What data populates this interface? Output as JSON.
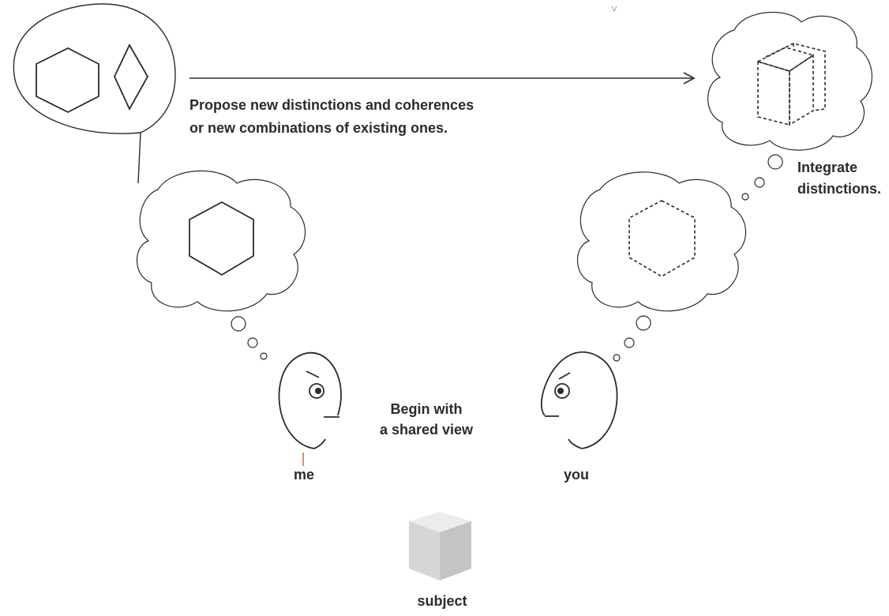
{
  "labels": {
    "propose_line1": "Propose new distinctions and coherences",
    "propose_line2": "or new combinations of existing ones.",
    "integrate_line1": "Integrate",
    "integrate_line2": "distinctions.",
    "begin_line1": "Begin with",
    "begin_line2": "a shared view",
    "me": "me",
    "you": "you",
    "subject": "subject"
  },
  "icons": {
    "solid_hexagon": "hexagon-icon",
    "diamond": "diamond-icon",
    "dashed_hexagon": "dashed-hexagon-icon",
    "dashed_cube": "dashed-cube-icon",
    "subject_cube": "cube-icon"
  },
  "colors": {
    "ink": "#2b2b2b",
    "cube_top": "#ececec",
    "cube_left": "#d6d6d6",
    "cube_right": "#c4c4c4",
    "accent_tick": "#e06a4a"
  }
}
